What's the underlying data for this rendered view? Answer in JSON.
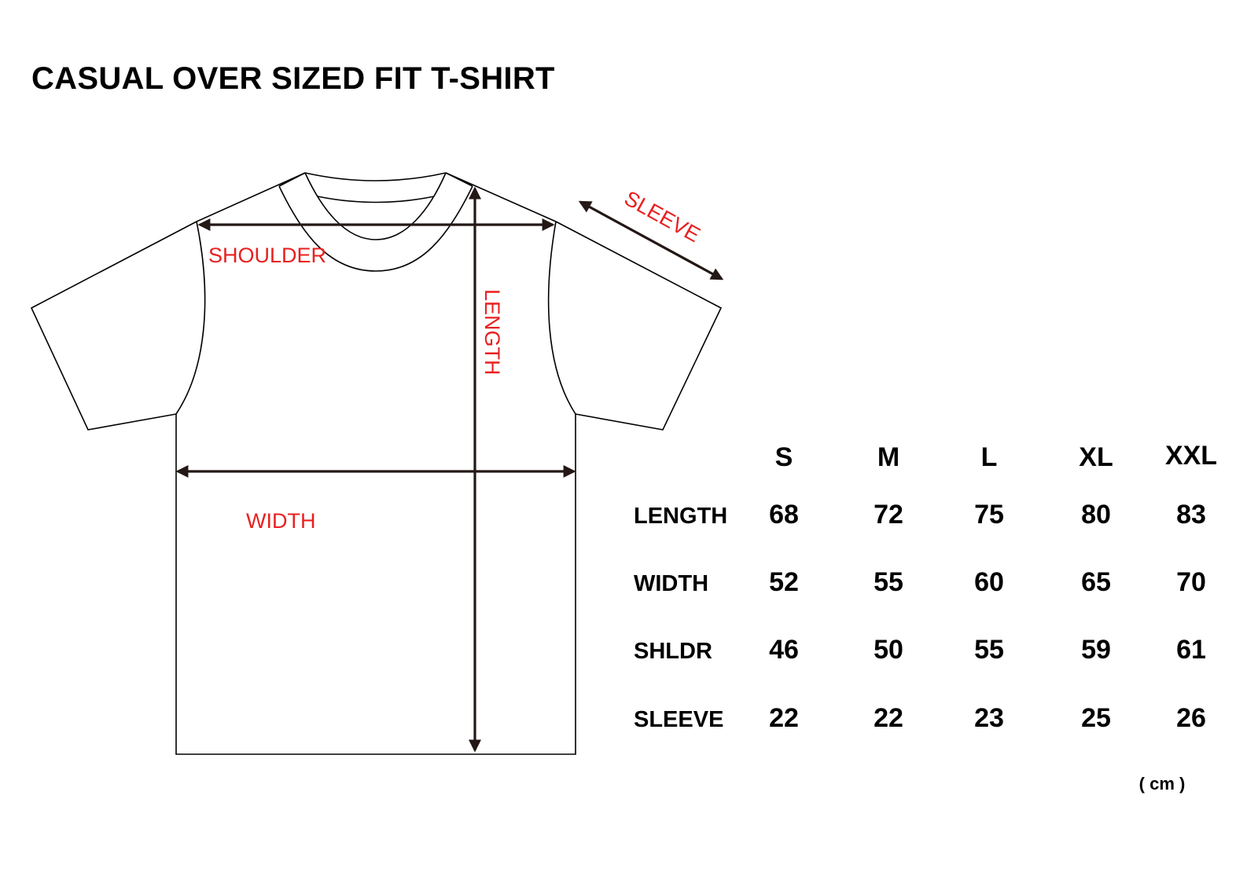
{
  "title": "CASUAL OVER SIZED FIT T-SHIRT",
  "diagram_labels": {
    "shoulder": "SHOULDER",
    "length": "LENGTH",
    "sleeve": "SLEEVE",
    "width": "WIDTH"
  },
  "label_color": "#e8201f",
  "line_color": "#000000",
  "arrow_color": "#231815",
  "table": {
    "columns": [
      "S",
      "M",
      "L",
      "XL",
      "XXL"
    ],
    "rows": [
      {
        "label": "LENGTH",
        "values": [
          "68",
          "72",
          "75",
          "80",
          "83"
        ]
      },
      {
        "label": "WIDTH",
        "values": [
          "52",
          "55",
          "60",
          "65",
          "70"
        ]
      },
      {
        "label": "SHLDR",
        "values": [
          "46",
          "50",
          "55",
          "59",
          "61"
        ]
      },
      {
        "label": "SLEEVE",
        "values": [
          "22",
          "22",
          "23",
          "25",
          "26"
        ]
      }
    ],
    "unit": "( cm )"
  }
}
